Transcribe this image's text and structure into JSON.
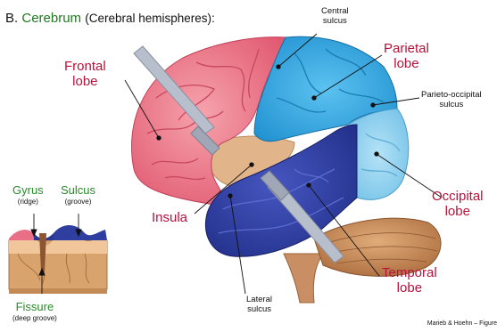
{
  "title": {
    "prefix": "B.",
    "highlight": "Cerebrum",
    "rest": "(Cerebral hemispheres):"
  },
  "labels": {
    "central_sulcus_1": "Central",
    "central_sulcus_2": "sulcus",
    "frontal_1": "Frontal",
    "frontal_2": "lobe",
    "parietal_1": "Parietal",
    "parietal_2": "lobe",
    "parieto_occipital_1": "Parieto-occipital",
    "parieto_occipital_2": "sulcus",
    "occipital_1": "Occipital",
    "occipital_2": "lobe",
    "insula": "Insula",
    "temporal_1": "Temporal",
    "temporal_2": "lobe",
    "lateral_sulcus_1": "Lateral",
    "lateral_sulcus_2": "sulcus"
  },
  "inset": {
    "gyrus": "Gyrus",
    "gyrus_note": "(ridge)",
    "sulcus": "Sulcus",
    "sulcus_note": "(groove)",
    "fissure": "Fissure",
    "fissure_note": "(deep groove)"
  },
  "credit": "Marieb & Hoehn – Figure",
  "colors": {
    "frontal": "#ef7f8e",
    "parietal": "#36a8e0",
    "occipital": "#8fd0ef",
    "temporal": "#2f3fa0",
    "insula": "#e2b48a",
    "cerebellum": "#c98a55",
    "label_red": "#b5123c",
    "label_green": "#2a8a2a"
  }
}
